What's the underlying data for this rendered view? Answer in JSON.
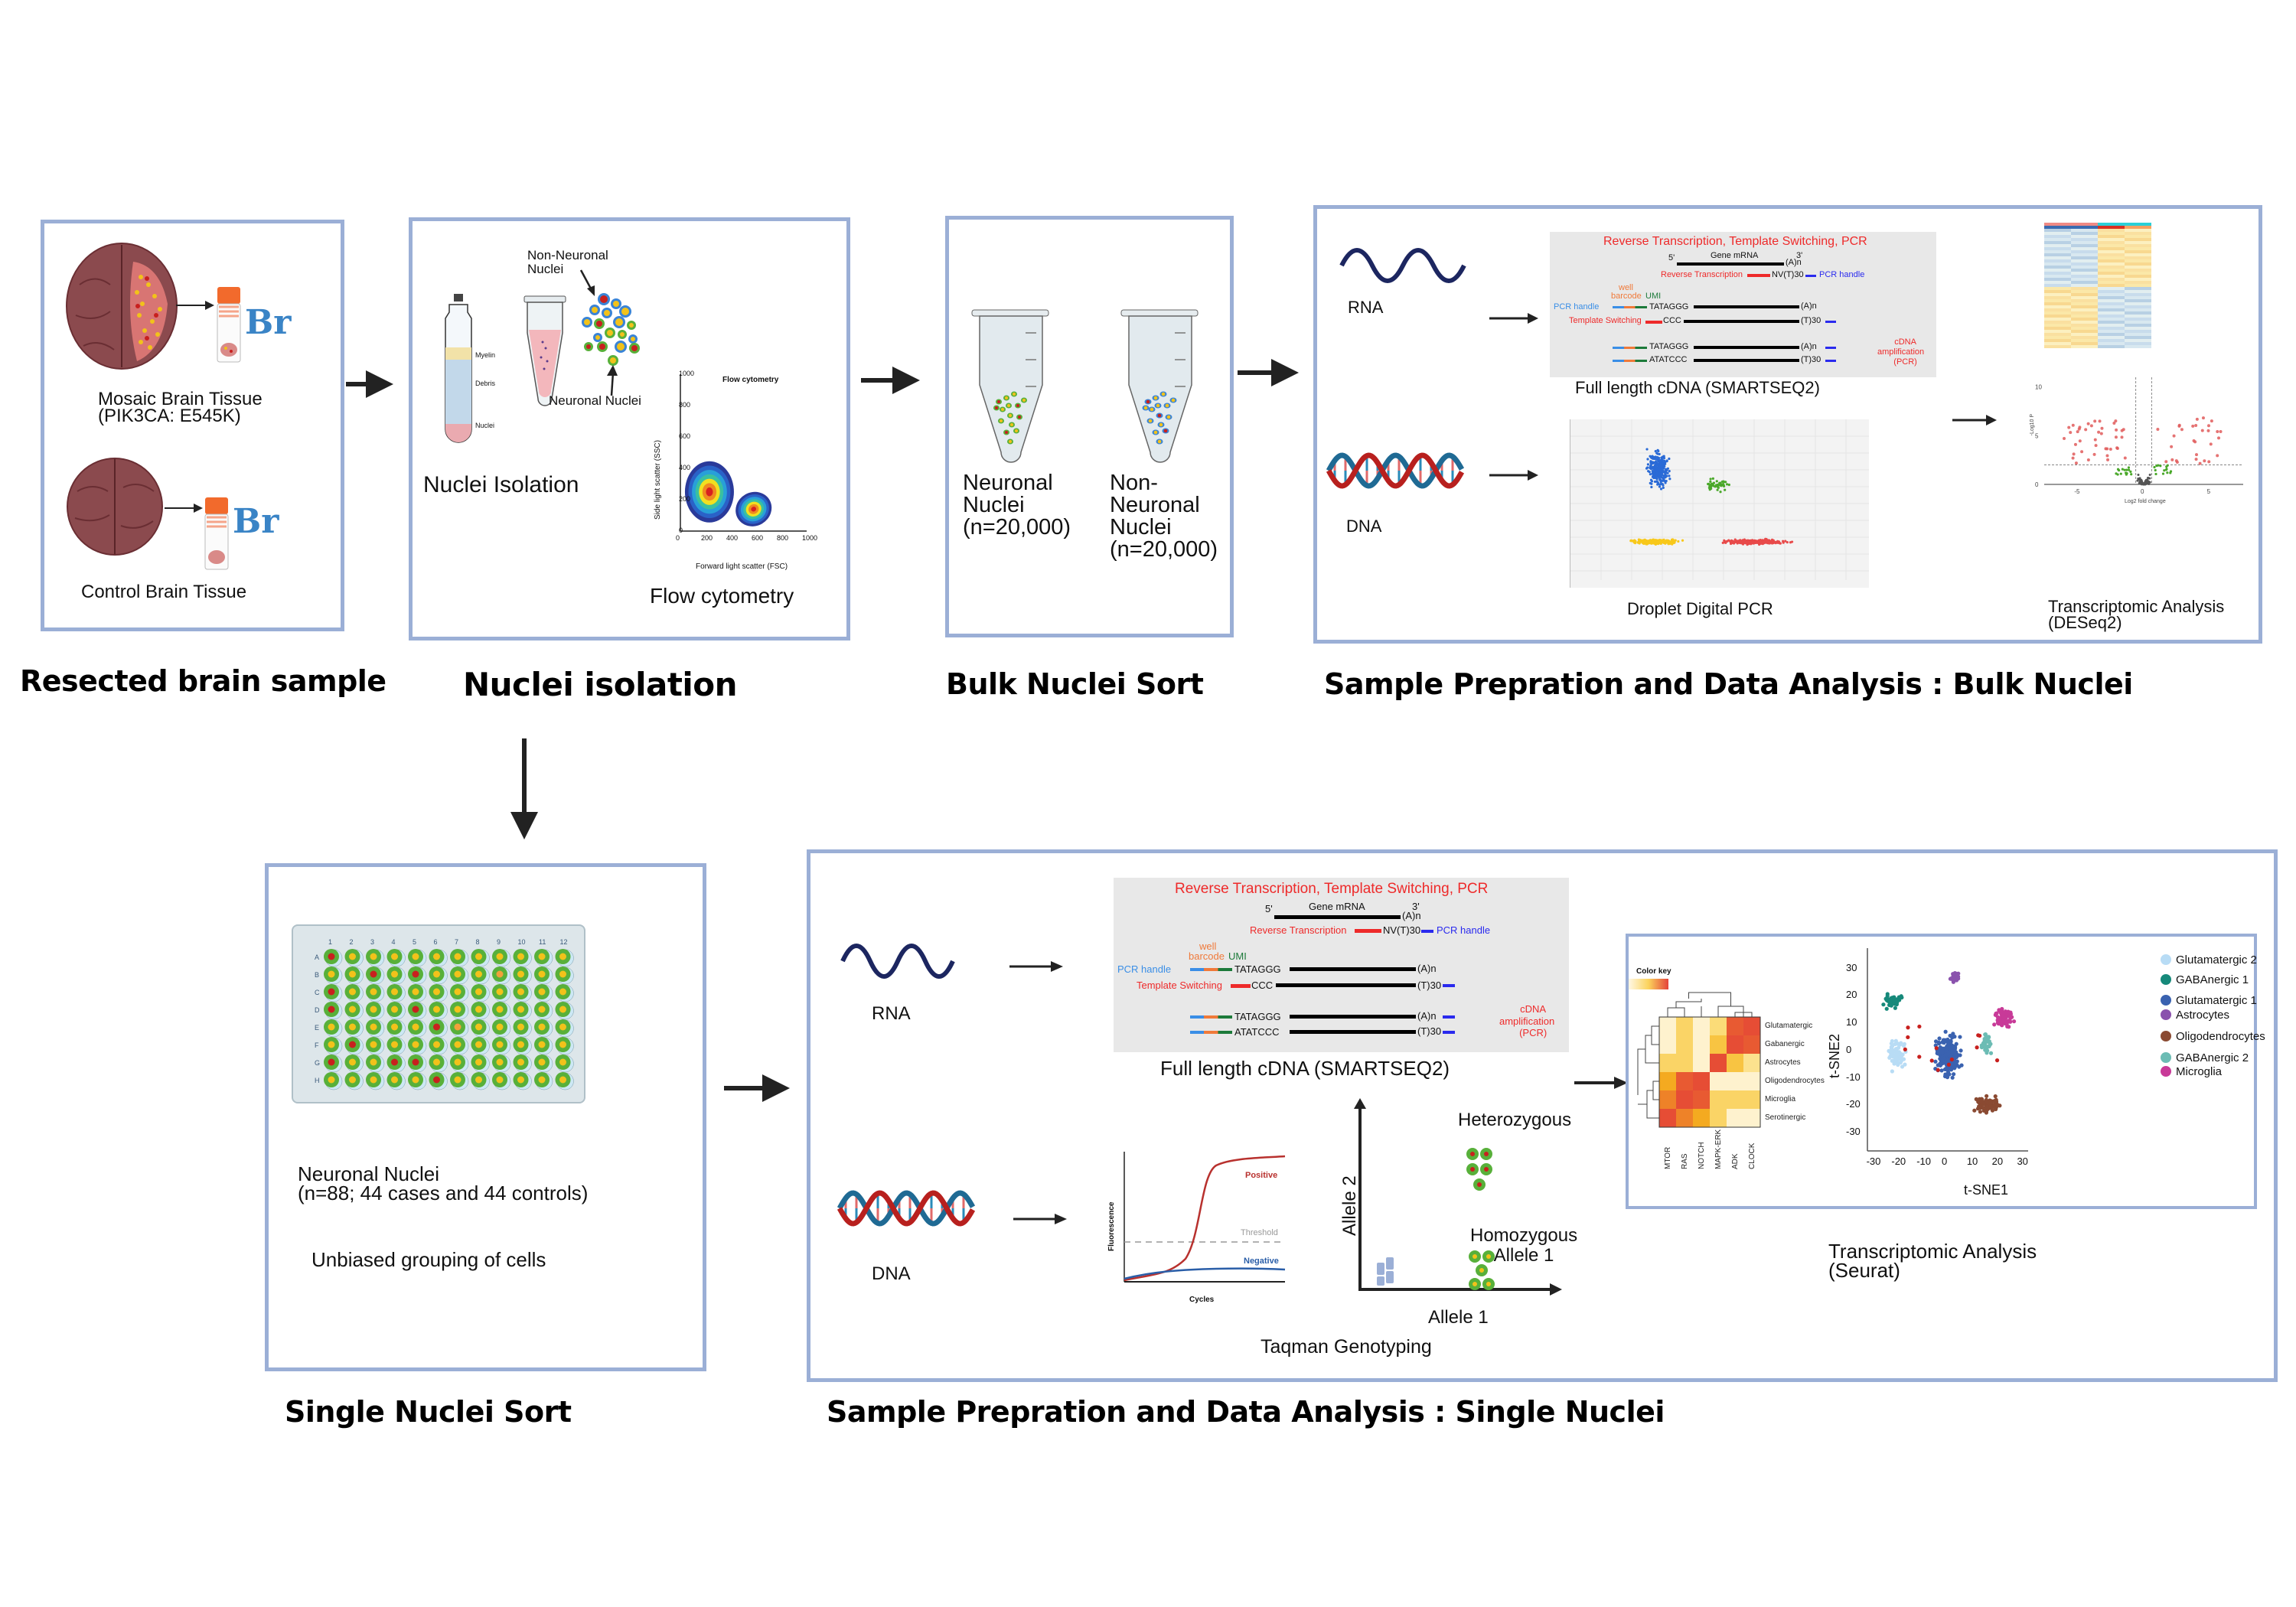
{
  "sections": {
    "resected": "Resected brain sample",
    "nuclei_isolation": "Nuclei isolation",
    "bulk_sort": "Bulk  Nuclei Sort",
    "bulk_analysis": "Sample Prepration and Data Analysis : Bulk Nuclei",
    "single_sort": "Single Nuclei Sort",
    "single_analysis": "Sample Prepration and Data Analysis : Single Nuclei"
  },
  "resected_box": {
    "mosaic_label_1": "Mosaic Brain Tissue",
    "mosaic_label_2": "(PIK3CA: E545K)",
    "control_label": "Control Brain Tissue",
    "tube_tag": "Br",
    "colors": {
      "brain": "#8b4a4e",
      "lesion": "#e07a78",
      "cap": "#f26a2c",
      "tag": "#3a84c6"
    }
  },
  "isolation_box": {
    "non_neuronal_1": "Non-Neuronal",
    "non_neuronal_2": "Nuclei",
    "neuronal": "Neuronal Nuclei",
    "gradient_layers": [
      "Myelin",
      "Debris",
      "Nuclei"
    ],
    "nuclei_isolation_label": "Nuclei Isolation",
    "flow_label": "Flow cytometry",
    "flow_plot": {
      "title": "Flow cytometry",
      "xlabel": "Forward light scatter (FSC)",
      "ylabel": "Side light scatter (SSC)",
      "xticks": [
        "0",
        "200",
        "400",
        "600",
        "800",
        "1000"
      ],
      "yticks": [
        "0",
        "200",
        "400",
        "600",
        "800",
        "1000"
      ],
      "populations": [
        {
          "name": "Non-Neuronal Nuclei",
          "center_fsc": 230,
          "center_ssc": 250
        },
        {
          "name": "Neuronal Nuclei",
          "center_fsc": 580,
          "center_ssc": 140
        }
      ]
    }
  },
  "bulk_box": {
    "neuronal_1": "Neuronal",
    "neuronal_2": "Nuclei",
    "neuronal_3": "(n=20,000)",
    "non_1": "Non-",
    "non_2": "Neuronal",
    "non_3": "Nuclei",
    "non_4": "(n=20,000)"
  },
  "smartseq": {
    "title": "Reverse Transcription, Template Switching, PCR",
    "five_prime": "5'",
    "three_prime": "3'",
    "gene_mrna": "Gene mRNA",
    "polyA": "(A)n",
    "reverse_transcription": "Reverse Transcription",
    "nvt30": "NV(T)30",
    "pcr_handle": "PCR handle",
    "well": "well",
    "barcode": "barcode",
    "umi": "UMI",
    "pcr_handle_left": "PCR handle",
    "tataggg": "TATAGGG",
    "template_switching": "Template Switching",
    "ccc": "CCC",
    "t30": "(T)30",
    "atatccc": "ATATCCC",
    "cdna_1": "cDNA",
    "cdna_2": "amplification",
    "cdna_3": "(PCR)",
    "caption": "Full length cDNA (SMARTSEQ2)"
  },
  "bulk_analysis_box": {
    "rna": "RNA",
    "dna": "DNA",
    "ddpcr_caption": "Droplet Digital PCR",
    "transcriptomic_1": "Transcriptomic Analysis",
    "transcriptomic_2": "(DESeq2)",
    "volcano": {
      "xlabel": "Log2 fold change",
      "ylabel": "-Log10 P",
      "xticks": [
        "-5",
        "0",
        "5"
      ],
      "yticks": [
        "0",
        "5",
        "10"
      ]
    }
  },
  "single_sort_box": {
    "plate_cols": [
      "1",
      "2",
      "3",
      "4",
      "5",
      "6",
      "7",
      "8",
      "9",
      "10",
      "11",
      "12"
    ],
    "plate_rows": [
      "A",
      "B",
      "C",
      "D",
      "E",
      "F",
      "G",
      "H"
    ],
    "red_wells": [
      "A1",
      "B3",
      "B5",
      "C1",
      "D1",
      "D5",
      "E6",
      "F2",
      "G1",
      "G4",
      "G5",
      "H6"
    ],
    "orange_wells": [
      "B9",
      "E7"
    ],
    "label_1": "Neuronal Nuclei",
    "label_2": "(n=88; 44 cases and 44 controls)",
    "grouping": "Unbiased grouping of cells"
  },
  "single_analysis_box": {
    "rna": "RNA",
    "dna": "DNA",
    "qpcr": {
      "ylabel": "Fluorescence",
      "xlabel": "Cycles",
      "positive": "Positive",
      "threshold": "Threshold",
      "negative": "Negative"
    },
    "taqman": {
      "ylabel": "Allele 2",
      "xlabel": "Allele 1",
      "heterozygous": "Heterozygous",
      "homozygous_1": "Homozygous",
      "homozygous_2": "Allele 1",
      "caption": "Taqman Genotyping"
    },
    "heatmap": {
      "color_key": "Color key",
      "rows": [
        "Glutamatergic",
        "Gabanergic",
        "Astrocytes",
        "Oligodendrocytes",
        "Microglia",
        "Serotinergic"
      ],
      "cols": [
        "MTOR",
        "RAS",
        "NOTCH",
        "MAPK-ERK",
        "ADK",
        "CLOCK"
      ],
      "values": [
        [
          0.05,
          0.3,
          0.05,
          0.25,
          0.9,
          0.95
        ],
        [
          0.05,
          0.3,
          0.05,
          0.4,
          0.95,
          0.9
        ],
        [
          0.3,
          0.3,
          0.05,
          0.95,
          0.4,
          0.2
        ],
        [
          0.55,
          0.9,
          0.95,
          0.05,
          0.05,
          0.05
        ],
        [
          0.75,
          0.95,
          0.9,
          0.3,
          0.3,
          0.3
        ],
        [
          0.95,
          0.75,
          0.55,
          0.3,
          0.05,
          0.05
        ]
      ]
    },
    "tsne": {
      "xlabel": "t-SNE1",
      "ylabel": "t-SNE2",
      "xticks": [
        "-30",
        "-20",
        "-10",
        "0",
        "10",
        "20",
        "30"
      ],
      "yticks": [
        "30",
        "20",
        "10",
        "0",
        "-10",
        "-20",
        "-30"
      ],
      "legend": [
        {
          "name": "Glutamatergic 2",
          "color": "#b8dcf5"
        },
        {
          "name": "GABAnergic 1",
          "color": "#16897a"
        },
        {
          "name": "Glutamatergic 1",
          "color": "#3a62b0"
        },
        {
          "name": "Astrocytes",
          "color": "#8a52ad"
        },
        {
          "name": "Oligodendrocytes",
          "color": "#8a4a32"
        },
        {
          "name": "GABAnergic 2",
          "color": "#6cbcb4"
        },
        {
          "name": "Microglia",
          "color": "#c83a98"
        }
      ]
    },
    "caption_1": "Transcriptomic Analysis",
    "caption_2": "(Seurat)"
  },
  "colors": {
    "box_border": "#9bafd6",
    "arrow": "#222222"
  }
}
